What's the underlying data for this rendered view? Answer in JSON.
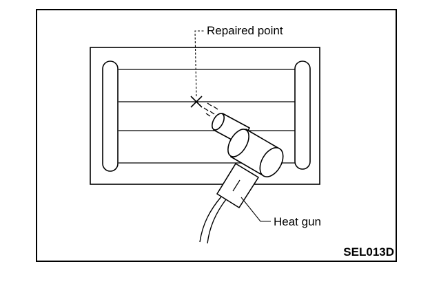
{
  "labels": {
    "repaired_point": "Repaired point",
    "heat_gun": "Heat gun"
  },
  "figure_code": "SEL013D",
  "colors": {
    "line": "#000000",
    "background": "#ffffff"
  }
}
